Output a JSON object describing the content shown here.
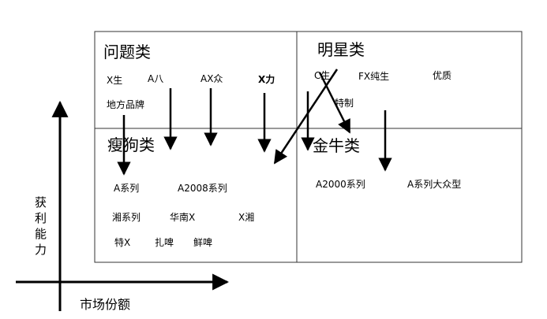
{
  "quadrants": {
    "question": {
      "title": "问题类",
      "items": [
        "X生",
        "A八",
        "AX众",
        "X力",
        "地方品牌"
      ]
    },
    "star": {
      "title": "明星类",
      "items": [
        "C生",
        "FX纯生",
        "优质",
        "特制"
      ]
    },
    "dog": {
      "title": "瘦狗类",
      "items": [
        "A系列",
        "A2008系列",
        "湘系列",
        "华南X",
        "X湘",
        "特X",
        "扎啤",
        "鲜啤"
      ]
    },
    "cow": {
      "title": "金牛类",
      "items": [
        "A2000系列",
        "A系列大众型"
      ]
    }
  },
  "axes": {
    "x_label": "市场份额",
    "y_label_chars": [
      "获",
      "利",
      "能",
      "力"
    ]
  },
  "colors": {
    "line": "#000000",
    "box": "#333333"
  }
}
